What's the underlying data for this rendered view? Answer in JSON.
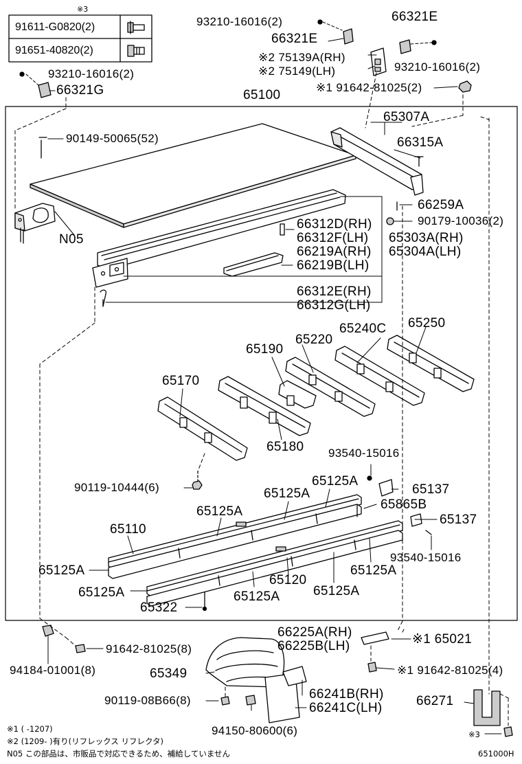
{
  "table": {
    "header": "※3",
    "rows": [
      {
        "part": "91611-G0820(2)",
        "icon": "flange-bolt-icon"
      },
      {
        "part": "91651-40820(2)",
        "icon": "hex-bolt-icon"
      }
    ]
  },
  "labels": {
    "p_93210_top": "93210-16016(2)",
    "p_66321e_top": "66321E",
    "p_66321e_mid": "66321E",
    "p_75139a": "※2 75139A(RH)",
    "p_75149": "※2 75149(LH)",
    "p_93210_right": "93210-16016(2)",
    "p_93210_left": "93210-16016(2)",
    "p_66321g": "66321G",
    "p_91642_top": "※1 91642-81025(2)",
    "p_65100": "65100",
    "p_65307a": "65307A",
    "p_90149": "90149-50065(52)",
    "p_66315a": "66315A",
    "p_66259a": "66259A",
    "p_90179": "90179-10036(2)",
    "p_n05": "N05",
    "p_66312d": "66312D(RH)",
    "p_66312f": "66312F(LH)",
    "p_65303a": "65303A(RH)",
    "p_65304a": "65304A(LH)",
    "p_66219a": "66219A(RH)",
    "p_66219b": "66219B(LH)",
    "p_66312e": "66312E(RH)",
    "p_66312g": "66312G(LH)",
    "p_65240c": "65240C",
    "p_65250": "65250",
    "p_65220": "65220",
    "p_65190": "65190",
    "p_65170": "65170",
    "p_65180": "65180",
    "p_93540_top": "93540-15016",
    "p_90119_10444": "90119-10444(6)",
    "p_65125a_1": "65125A",
    "p_65137_top": "65137",
    "p_65125a_2": "65125A",
    "p_65865b": "65865B",
    "p_65125a_3": "65125A",
    "p_65137_bot": "65137",
    "p_65110": "65110",
    "p_93540_bot": "93540-15016",
    "p_65125a_4": "65125A",
    "p_65120": "65120",
    "p_65125a_5": "65125A",
    "p_65125a_6": "65125A",
    "p_65125a_7": "65125A",
    "p_65125a_8": "65125A",
    "p_65322": "65322",
    "p_66225a": "66225A(RH)",
    "p_66225b": "66225B(LH)",
    "p_65021": "※1 65021",
    "p_91642_mid": "91642-81025(8)",
    "p_94184": "94184-01001(8)",
    "p_65349": "65349",
    "p_91642_bot": "※1 91642-81025(4)",
    "p_90119_08b66": "90119-08B66(8)",
    "p_66241b": "66241B(RH)",
    "p_66241c": "66241C(LH)",
    "p_66271": "66271",
    "p_94150": "94150-80600(6)",
    "p_x3_bottom": "※3"
  },
  "notes": {
    "n1": "※1 (      -1207)",
    "n2": "※2 (1209-      )有り(リフレックス リフレクタ)",
    "n3": "N05  この部品は、市販品で対応できるため、補給していません",
    "code": "651000H"
  },
  "colors": {
    "line": "#000000",
    "fill": "#ffffff",
    "shade": "#d9d9d9"
  }
}
